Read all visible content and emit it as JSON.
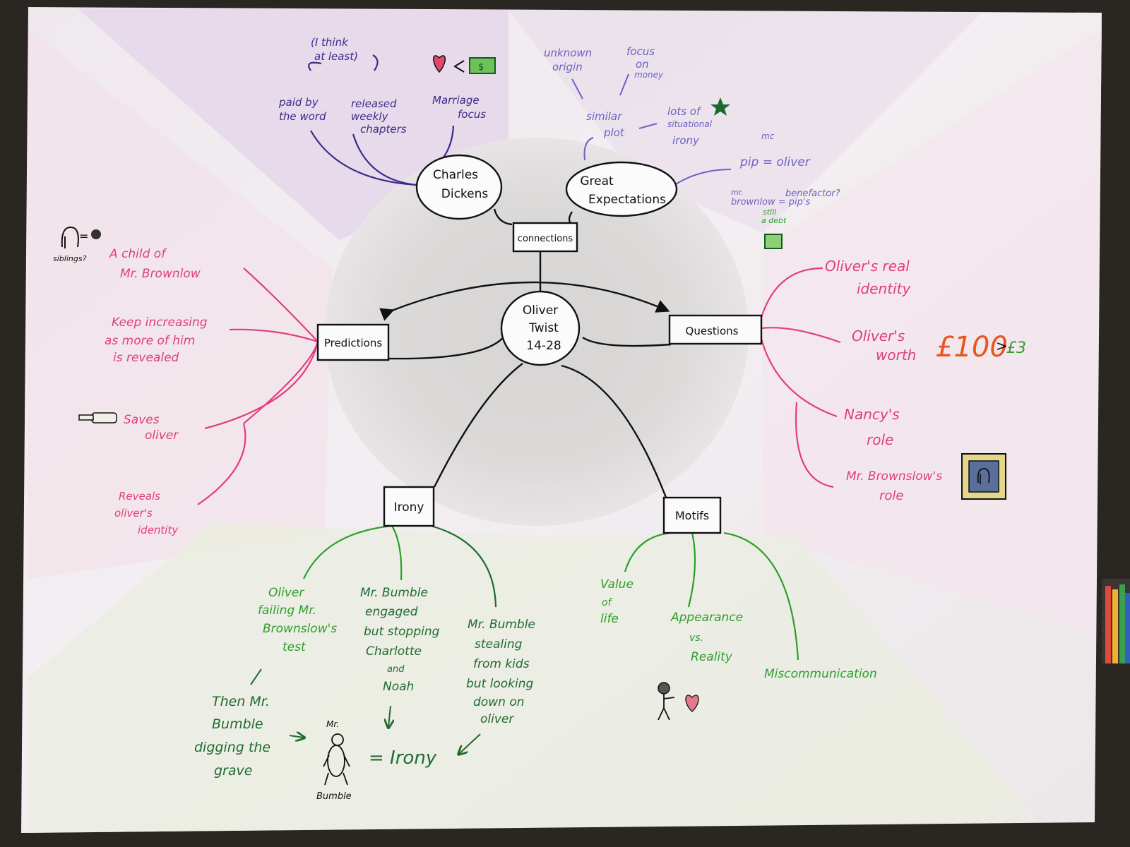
{
  "center": {
    "lines": [
      "Oliver",
      "Twist",
      "14-28"
    ]
  },
  "connections": {
    "label": "connections"
  },
  "charles": {
    "lines": [
      "Charles",
      "Dickens"
    ]
  },
  "great": {
    "lines": [
      "Great",
      "Expectations"
    ]
  },
  "predictions": {
    "label": "Predictions"
  },
  "questions": {
    "label": "Questions"
  },
  "irony": {
    "label": "Irony"
  },
  "motifs": {
    "label": "Motifs"
  },
  "dickens_notes": {
    "paid": [
      "paid by",
      "the word"
    ],
    "weekly": [
      "released",
      "weekly",
      "chapters"
    ],
    "think": [
      "(I think",
      "at least)"
    ],
    "marriage": [
      "Marriage",
      "focus"
    ]
  },
  "ge_notes": {
    "unknown": [
      "unknown",
      "origin"
    ],
    "money": [
      "focus",
      "on",
      "money"
    ],
    "similar": [
      "similar",
      "plot"
    ],
    "lots": [
      "lots of",
      "situational",
      "irony"
    ],
    "mc": "mc",
    "pip": "pip = oliver",
    "brownlow": [
      "mr.",
      "brownlow = pip's",
      "benefactor?"
    ],
    "still": [
      "still",
      "a debt"
    ]
  },
  "predictions_items": {
    "child": [
      "A child of",
      "Mr. Brownlow"
    ],
    "siblings": "siblings?",
    "keep": [
      "Keep increasing",
      "as more of him",
      "is revealed"
    ],
    "saves": [
      "Saves",
      "oliver"
    ],
    "reveals": [
      "Reveals",
      "oliver's",
      "identity"
    ]
  },
  "questions_items": {
    "identity": [
      "Oliver's real",
      "identity"
    ],
    "worth": [
      "Oliver's",
      "worth"
    ],
    "pounds_big": "£100",
    "pounds_cmp": ">",
    "pounds_small": "£3",
    "nancy": [
      "Nancy's",
      "role"
    ],
    "brownlow_role": [
      "Mr. Brownslow's",
      "role"
    ]
  },
  "irony_items": {
    "failing": [
      "Oliver",
      "failing Mr.",
      "Brownslow's",
      "test"
    ],
    "bumble_engaged": [
      "Mr. Bumble",
      "engaged",
      "but stopping",
      "Charlotte",
      "and",
      "Noah"
    ],
    "bumble_stealing": [
      "Mr. Bumble",
      "stealing",
      "from kids",
      "but looking",
      "down on",
      "oliver"
    ],
    "then": [
      "Then Mr.",
      "Bumble",
      "digging the",
      "grave"
    ],
    "mr": "Mr.",
    "bumble": "Bumble",
    "equals": "= Irony"
  },
  "motifs_items": {
    "value": [
      "Value",
      "of",
      "life"
    ],
    "appearance": [
      "Appearance",
      "vs.",
      "Reality"
    ],
    "misc": "Miscommunication"
  },
  "colors": {
    "purple": "#3d2a8a",
    "lavender": "#6b62c4",
    "pink": "#e23d7d",
    "green": "#2e9e2a",
    "darkgreen": "#1f6b2f",
    "orange": "#e8561c",
    "ink": "#111111"
  }
}
